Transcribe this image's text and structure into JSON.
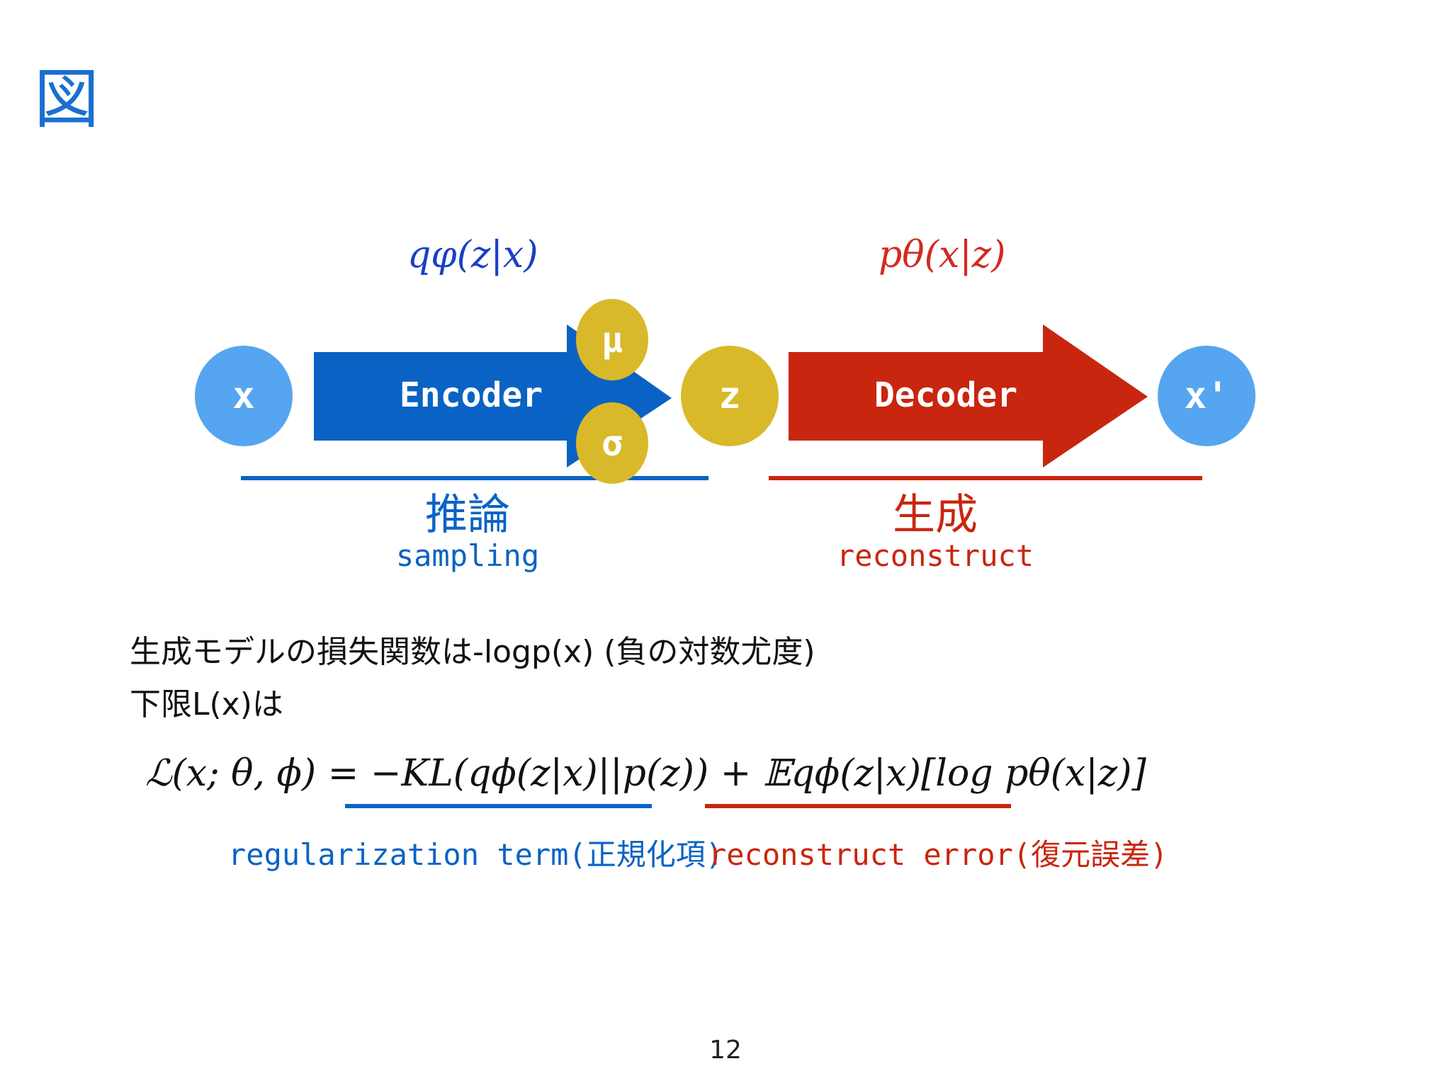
{
  "title": "図",
  "encoder_dist": "qφ(z|x)",
  "decoder_dist": "pθ(x|z)",
  "nodes": {
    "x": "x",
    "mu": "μ",
    "sigma": "σ",
    "z": "z",
    "x_prime": "x'"
  },
  "arrows": {
    "encoder": "Encoder",
    "decoder": "Decoder"
  },
  "sections": {
    "inference_jp": "推論",
    "inference_en": "sampling",
    "generation_jp": "生成",
    "generation_en": "reconstruct"
  },
  "body": {
    "line1": "生成モデルの損失関数は-logp(x) (負の対数尤度)",
    "line2": "下限L(x)は"
  },
  "equation": "ℒ(x; θ, ϕ) = −KL(qϕ(z|x)||p(z)) + 𝔼qϕ(z|x)[log pθ(x|z)]",
  "terms": {
    "regularization": "regularization term(正規化項)",
    "reconstruct": "reconstruct error(復元誤差)"
  },
  "page_number": "12",
  "colors": {
    "blue": "#0a63c4",
    "light_blue": "#56a5f0",
    "red": "#c8260e",
    "yellow": "#d9b92a"
  }
}
